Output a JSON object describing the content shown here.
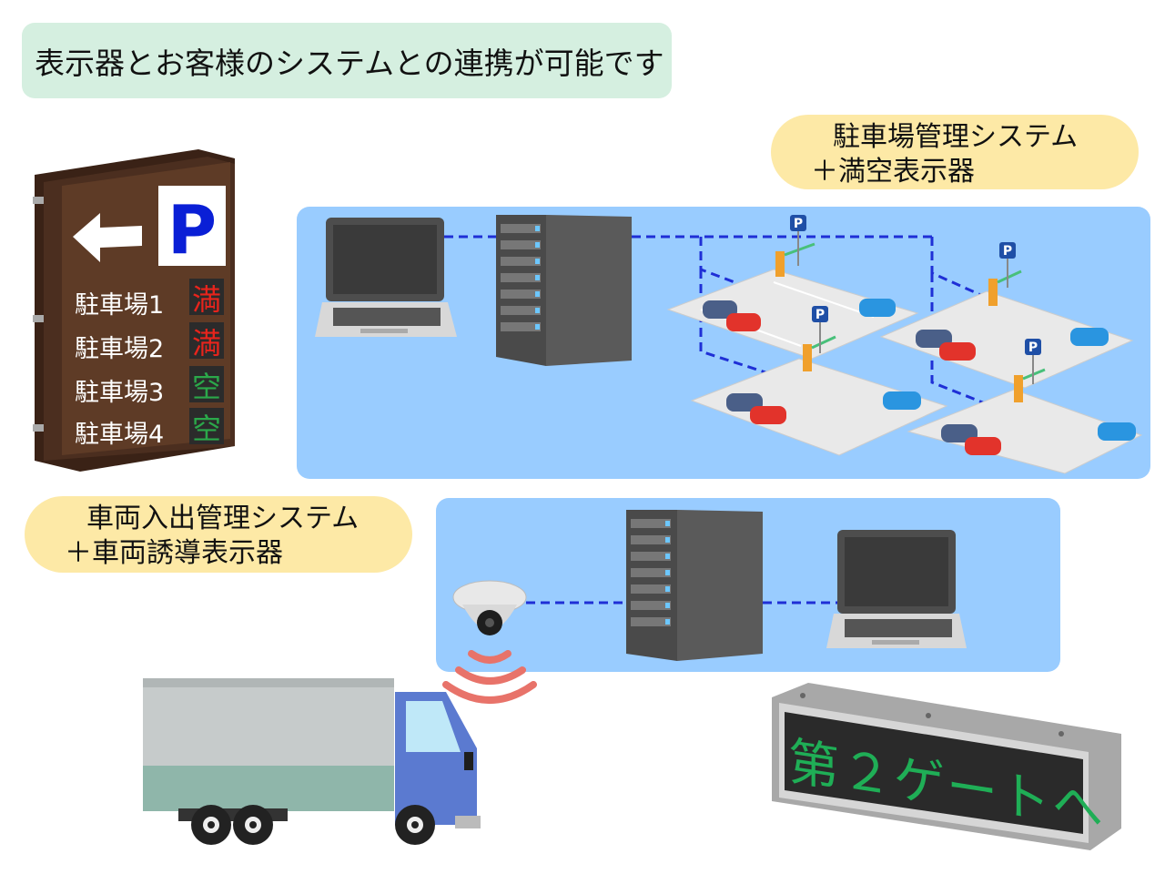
{
  "banner": {
    "text": "表示器とお客様のシステムとの連携が可能です"
  },
  "parking_system": {
    "label_line1": "駐車場管理システム",
    "label_line2": "＋満空表示器"
  },
  "vehicle_system": {
    "label_line1": "車両入出管理システム",
    "label_line2": "＋車両誘導表示器"
  },
  "parking_sign": {
    "p_letter": "P",
    "rows": [
      {
        "name": "駐車場1",
        "status": "満",
        "color": "#e8241c"
      },
      {
        "name": "駐車場2",
        "status": "満",
        "color": "#e8241c"
      },
      {
        "name": "駐車場3",
        "status": "空",
        "color": "#2ba84a"
      },
      {
        "name": "駐車場4",
        "status": "空",
        "color": "#2ba84a"
      }
    ]
  },
  "lot_sign_letter": "P",
  "led_board": {
    "message": "第２ゲートへ",
    "color": "#1fae56"
  },
  "colors": {
    "network_line": "#1f2fd6",
    "panel": "#99ccff",
    "label_bg": "#fde9a6",
    "banner_bg": "#d5efe0",
    "signal_arcs": "#e8736a"
  }
}
